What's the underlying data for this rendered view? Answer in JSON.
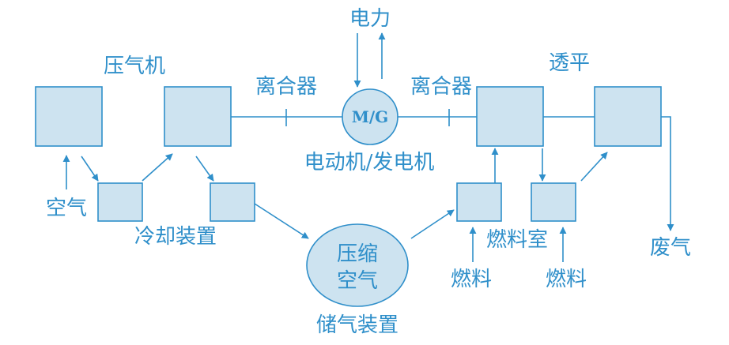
{
  "labels": {
    "power": "电力",
    "compressor": "压气机",
    "clutch_left": "离合器",
    "clutch_right": "离合器",
    "turbine": "透平",
    "motor_generator_symbol": "M/G",
    "motor_generator": "电动机/发电机",
    "air_in": "空气",
    "cooling_device": "冷却装置",
    "storage_line1": "压缩",
    "storage_line2": "空气",
    "storage_device": "储气装置",
    "combustion_chamber": "燃料室",
    "fuel_left": "燃料",
    "fuel_right": "燃料",
    "exhaust": "废气"
  },
  "colors": {
    "stroke": "#2f8fca",
    "fill": "#cde3f0",
    "background": "#ffffff"
  }
}
